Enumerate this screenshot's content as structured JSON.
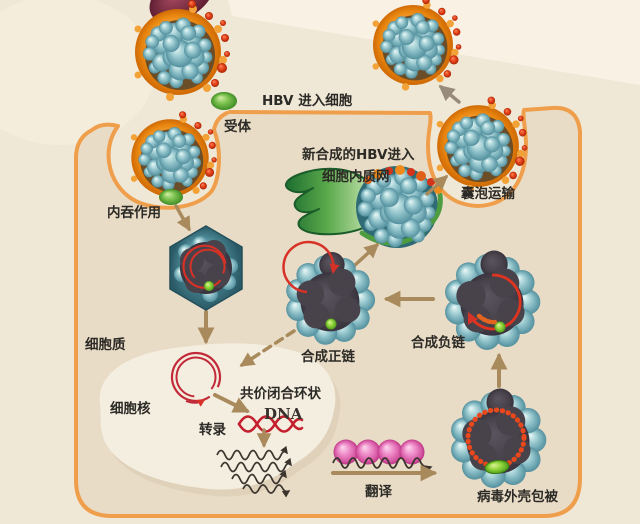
{
  "meta": {
    "type": "biology-diagram",
    "subject": "HBV viral replication cycle inside a hepatocyte"
  },
  "labels": {
    "hbv_entry": "HBV 进入细胞",
    "receptor": "受体",
    "endocytosis": "内吞作用",
    "new_hbv_line1": "新合成的HBV进入",
    "new_hbv_line2": "细胞内质网",
    "vesicle_transport": "囊泡运输",
    "cytoplasm": "细胞质",
    "nucleus": "细胞核",
    "cccdna_line1": "共价闭合环状",
    "cccdna_line2": "DNA",
    "transcription": "转录",
    "synthesize_positive_strand": "合成正链",
    "synthesize_negative_strand": "合成负链",
    "translation": "翻译",
    "virus_capsid_coating": "病毒外壳包被"
  },
  "icons": {
    "enveloped_virion": "orange envelope with teal capsomer spheres and red surface droplets",
    "naked_capsid": "dark core surrounded by teal bumps with red circular DNA and green polymerase dot",
    "hexagonal_capsid": "teal hexagon shell with dark core and red relaxed-circular DNA",
    "receptor_icon": "green oval receptor",
    "er_icon": "green branched endoplasmic reticulum with budding virion",
    "ribosomes_icon": "pink spheres on wavy mRNA strand",
    "cccdna_icon": "red double circle DNA",
    "dna_helix_icon": "red double helix",
    "rna_waves_icon": "black wavy transcript lines"
  },
  "colors": {
    "background_outer": "#f0e8d7",
    "background_band": "#f8f2e5",
    "cell_fill": "#e9dcc6",
    "membrane_orange": "#ef9f4b",
    "nucleus_fill": "#f4eee1",
    "envelope_orange": "#f29b28",
    "capsid_teal": "#84b9c2",
    "core_dark": "#48424b",
    "dna_red": "#d63227",
    "receptor_green": "#6cbb43",
    "ribosome_pink": "#e06cb8",
    "arrow_tan": "#a98a5c",
    "text_color": "#2c2a26",
    "tissue_maroon": "#7d2d44"
  }
}
